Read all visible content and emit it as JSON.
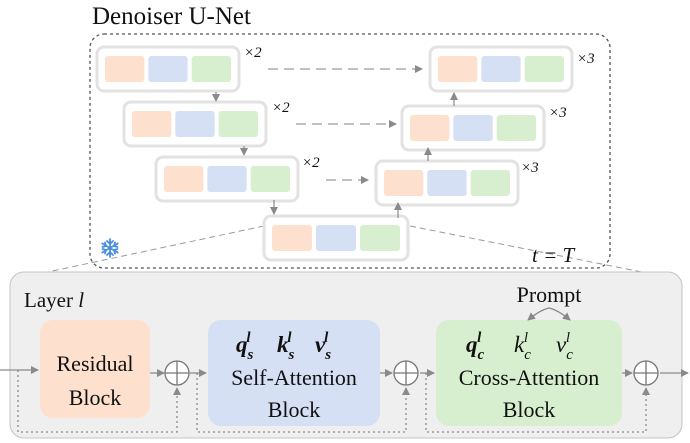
{
  "title": "Denoiser U-Net",
  "colors": {
    "residual": "#fde0cd",
    "selfattn": "#d6e0f5",
    "crossattn": "#d8efcf",
    "block_frame": "#e2e2e2",
    "panel": "#efefef",
    "arrow": "#8a8a8a",
    "snowflake": "#4a90d9"
  },
  "unet": {
    "multipliers_down": [
      "×2",
      "×2",
      "×2"
    ],
    "multipliers_up": [
      "×3",
      "×3",
      "×3"
    ],
    "timestep": "t = T",
    "frozen_icon": "snowflake-icon"
  },
  "layer": {
    "label_prefix": "Layer ",
    "label_var": "l",
    "residual": {
      "line1": "Residual",
      "line2": "Block"
    },
    "self_attention": {
      "q": "q",
      "k": "k",
      "v": "v",
      "sub": "s",
      "sup": "l",
      "line1": "Self-Attention",
      "line2": "Block"
    },
    "cross_attention": {
      "q": "q",
      "k": "k",
      "v": "v",
      "sub": "c",
      "sup": "l",
      "line1": "Cross-Attention",
      "line2": "Block",
      "prompt": "Prompt"
    },
    "add_symbol": "add-circle-icon"
  }
}
